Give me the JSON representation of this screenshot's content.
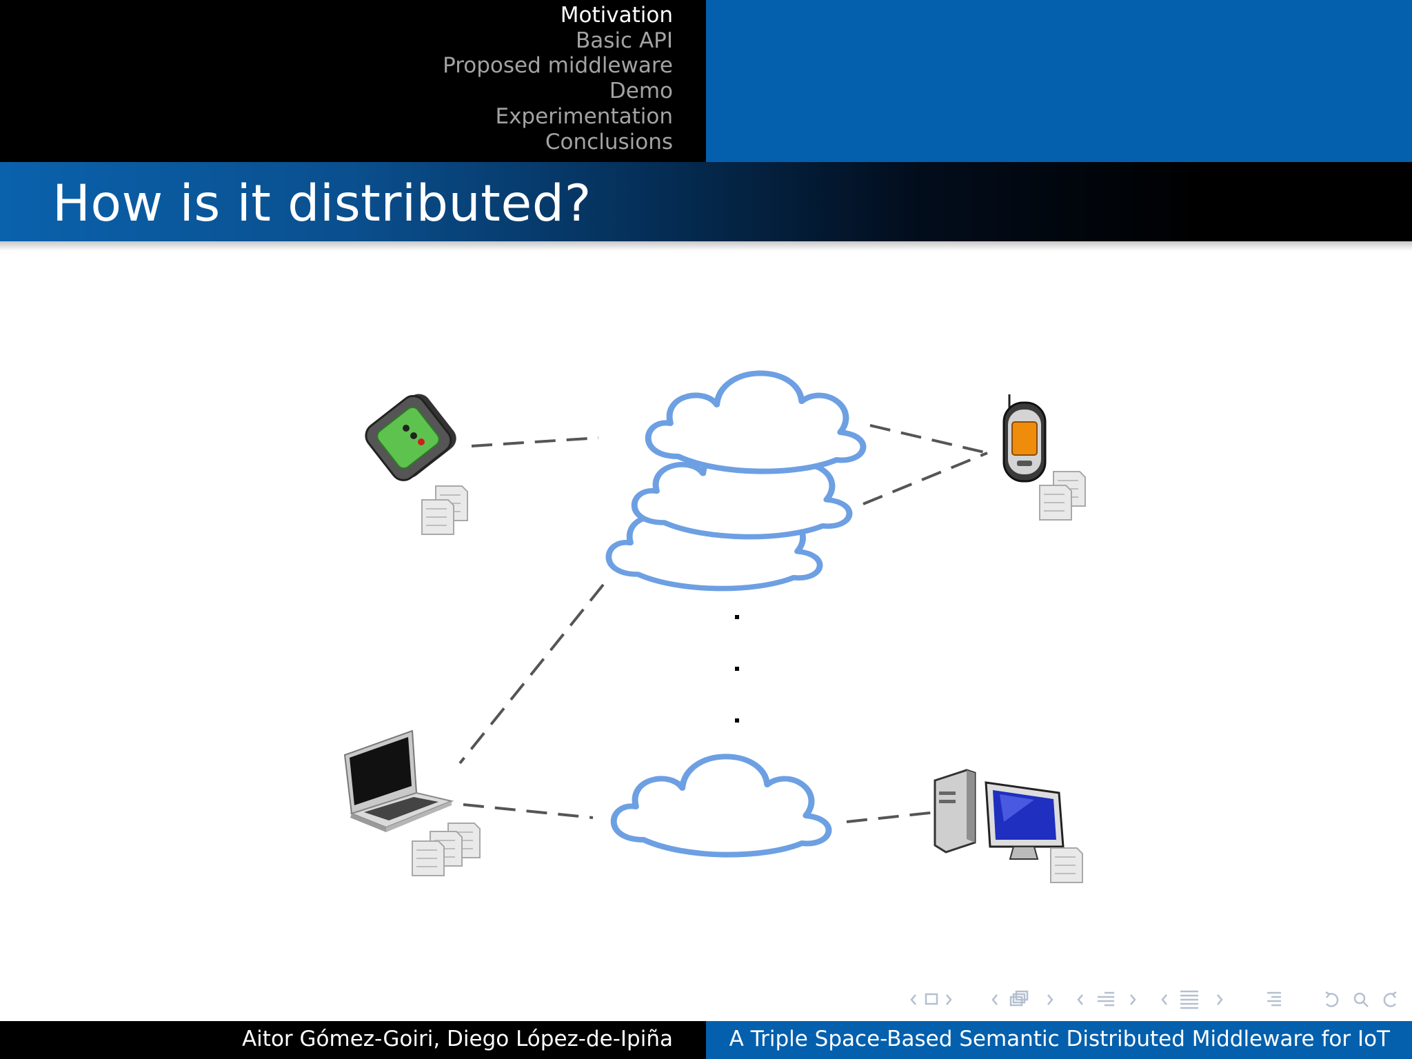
{
  "headline": {
    "sections": [
      {
        "label": "Motivation",
        "current": true
      },
      {
        "label": "Basic API",
        "current": false
      },
      {
        "label": "Proposed middleware",
        "current": false
      },
      {
        "label": "Demo",
        "current": false
      },
      {
        "label": "Experimentation",
        "current": false
      },
      {
        "label": "Conclusions",
        "current": false
      }
    ]
  },
  "slide": {
    "title": "How is it distributed?"
  },
  "diagram": {
    "nodes": [
      {
        "id": "sensor-device",
        "icon": "sensor-node-icon",
        "position": "top-left"
      },
      {
        "id": "mobile-phone",
        "icon": "mobile-phone-icon",
        "position": "top-right"
      },
      {
        "id": "laptop",
        "icon": "laptop-icon",
        "position": "bottom-left"
      },
      {
        "id": "desktop-computer",
        "icon": "desktop-computer-icon",
        "position": "bottom-right"
      }
    ],
    "spaces": [
      {
        "id": "space-stack",
        "icon": "cloud-icon",
        "count": 3,
        "position": "top-center"
      },
      {
        "id": "space-single",
        "icon": "cloud-icon",
        "count": 1,
        "position": "bottom-center"
      }
    ],
    "ellipsis": "vertical dots",
    "triple_docs": {
      "sensor-device": 2,
      "mobile-phone": 2,
      "laptop": 3,
      "desktop-computer": 1
    },
    "colors": {
      "cloud_stroke": "#6d9fe3",
      "link": "#555555",
      "doc_fill": "#e9e9e9",
      "doc_stroke": "#a8a8a8"
    }
  },
  "navigation": {
    "icons": [
      "arrow-left-icon",
      "frame-icon",
      "arrow-right-icon",
      "arrow-left-icon",
      "subsection-icon",
      "arrow-right-icon",
      "arrow-left-icon",
      "section-icon",
      "arrow-right-icon",
      "arrow-left-icon",
      "presentation-icon",
      "arrow-right-icon",
      "toc-icon",
      "undo-icon",
      "search-icon",
      "redo-icon"
    ]
  },
  "footer": {
    "authors": "Aitor Gómez-Goiri, Diego López-de-Ipiña",
    "title": "A Triple Space-Based Semantic Distributed Middleware for IoT"
  },
  "theme": {
    "header_left_bg": "#000000",
    "header_right_bg": "#0460ad",
    "toc_current": "#ffffff",
    "toc_other": "#a3a3a3"
  }
}
